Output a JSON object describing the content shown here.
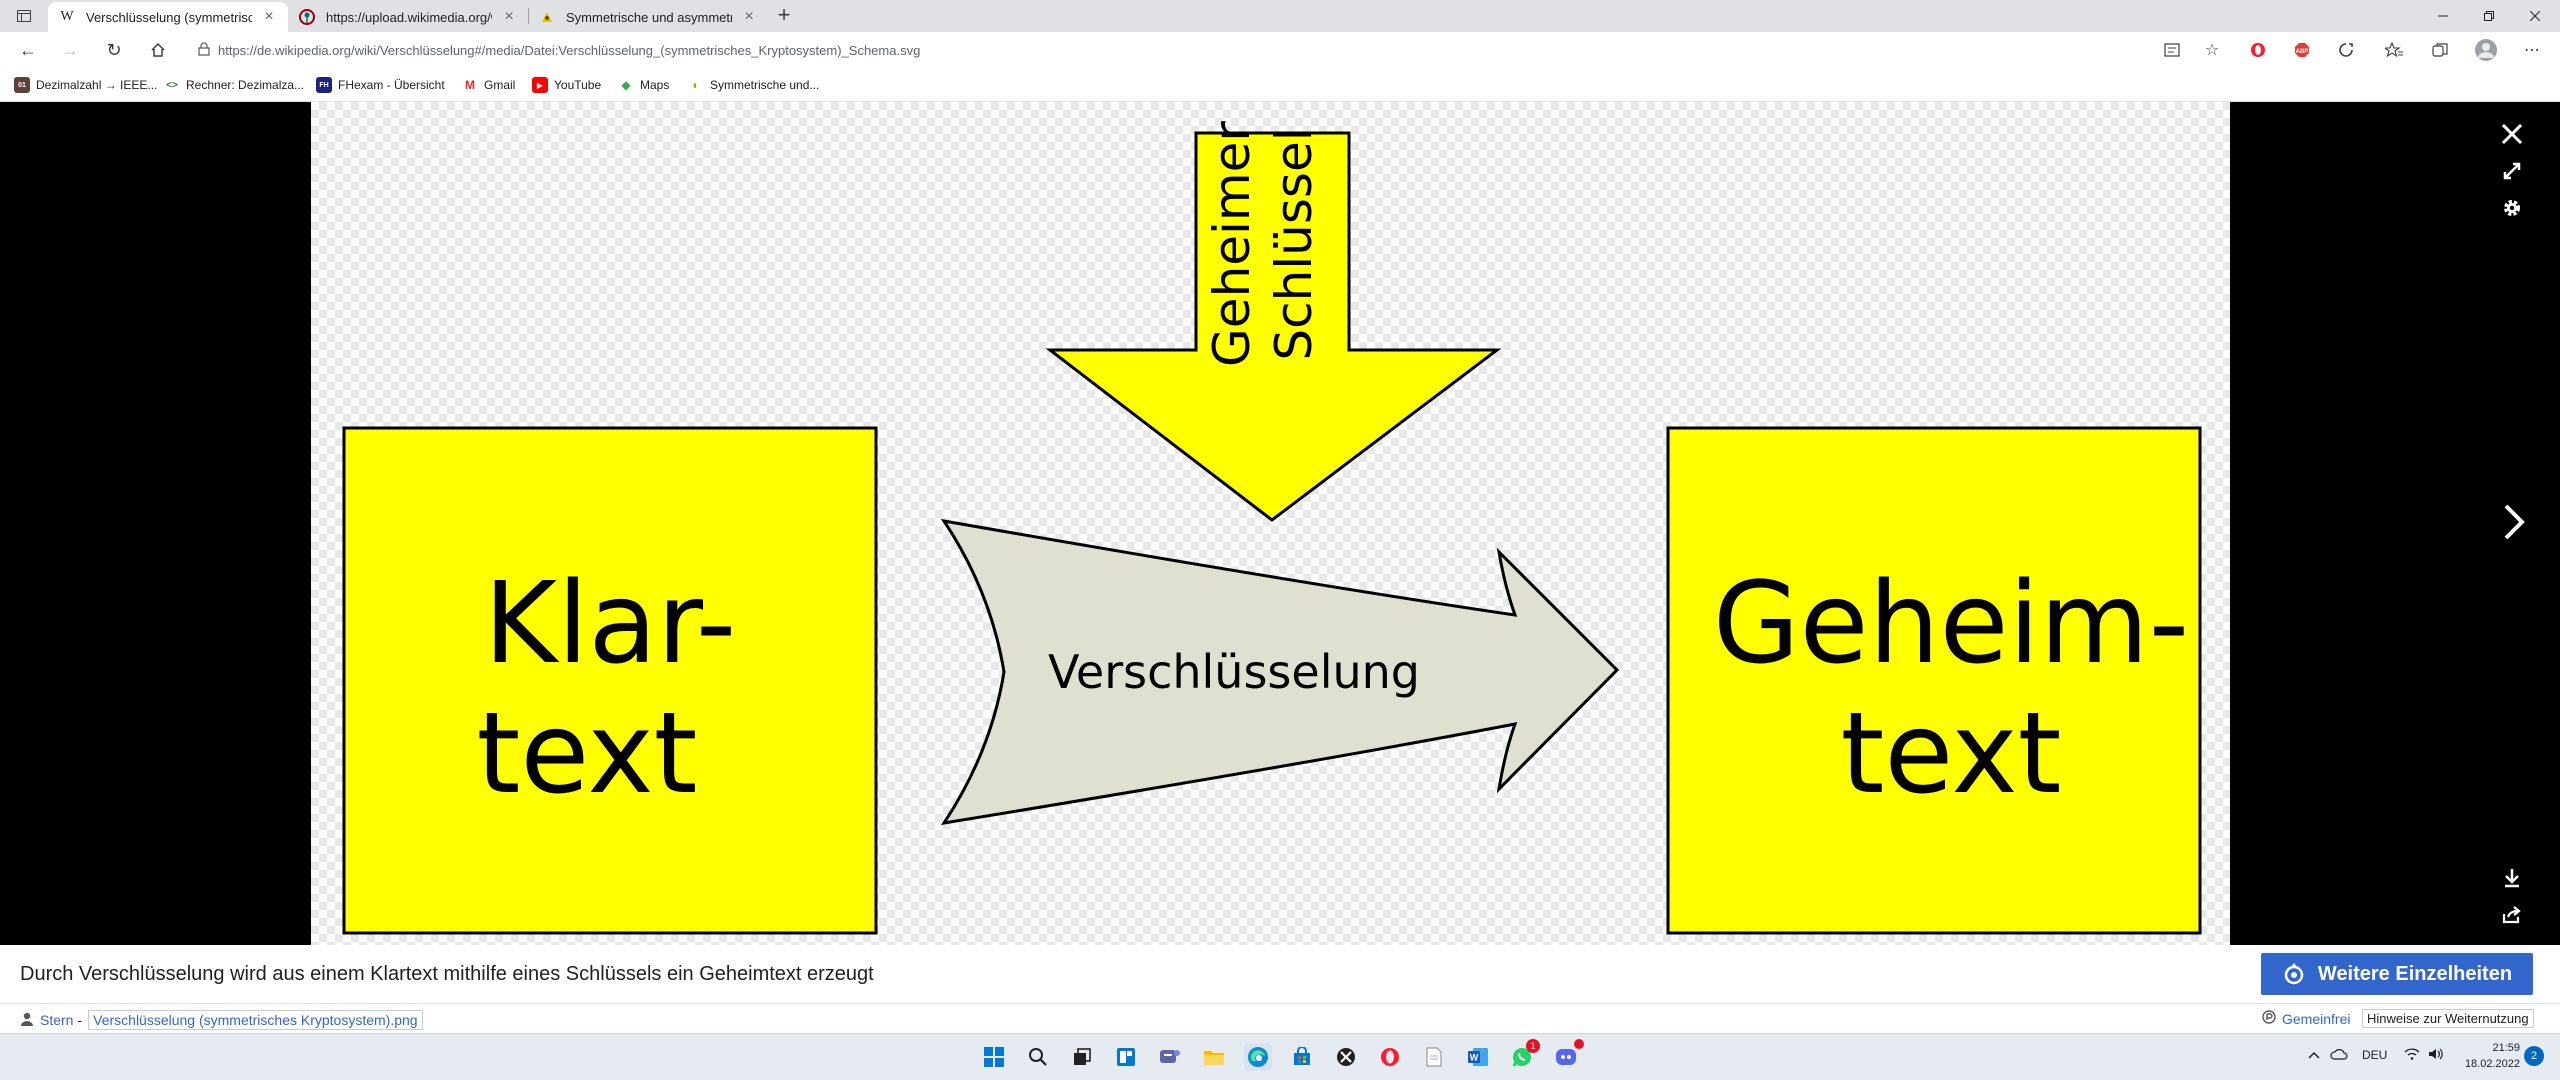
{
  "browser": {
    "tabs": [
      {
        "title": "Verschlüsselung (symmetrisches",
        "favicon": "W",
        "active": true
      },
      {
        "title": "https://upload.wikimedia.org/wi",
        "favicon": "wikimedia",
        "active": false
      },
      {
        "title": "Symmetrische und asymmetrisch",
        "favicon": "crypto",
        "active": false
      }
    ],
    "new_tab_label": "+",
    "address": "https://de.wikipedia.org/wiki/Verschlüsselung#/media/Datei:Verschlüsselung_(symmetrisches_Kryptosystem)_Schema.svg",
    "bookmarks": [
      {
        "label": "Dezimalzahl → IEEE...",
        "icon": "01",
        "color": "#5d4037"
      },
      {
        "label": "Rechner: Dezimalza...",
        "icon": "<>",
        "color": "#2e7d32"
      },
      {
        "label": "FHexam - Übersicht",
        "icon": "FH",
        "color": "#1a237e"
      },
      {
        "label": "Gmail",
        "icon": "M",
        "color": "#d93025"
      },
      {
        "label": "YouTube",
        "icon": "▶",
        "color": "#ff0000"
      },
      {
        "label": "Maps",
        "icon": "◆",
        "color": "#34a853"
      },
      {
        "label": "Symmetrische und...",
        "icon": "◐",
        "color": "#c0a000"
      }
    ]
  },
  "diagram": {
    "left_box_line1": "Klar-",
    "left_box_line2": "text",
    "key_line1": "Geheimer",
    "key_line2": "Schlüssel",
    "arrow_label": "Verschlüsselung",
    "right_box_line1": "Geheim-",
    "right_box_line2": "text",
    "box_color": "#ffff00",
    "arrow_color": "#e0e0d1"
  },
  "viewer": {
    "caption": "Durch Verschlüsselung wird aus einem Klartext mithilfe eines Schlüssels ein Geheimtext erzeugt",
    "details_button": "Weitere Einzelheiten",
    "author": "Stern",
    "author_sep": "-",
    "filename": "Verschlüsselung (symmetrisches Kryptosystem).png",
    "license": "Gemeinfrei",
    "reuse": "Hinweise zur Weiternutzung",
    "accent": "#3366cc"
  },
  "taskbar": {
    "language": "DEU",
    "time": "21:59",
    "date": "18.02.2022",
    "whatsapp_badge": "1",
    "notifications": "2"
  }
}
